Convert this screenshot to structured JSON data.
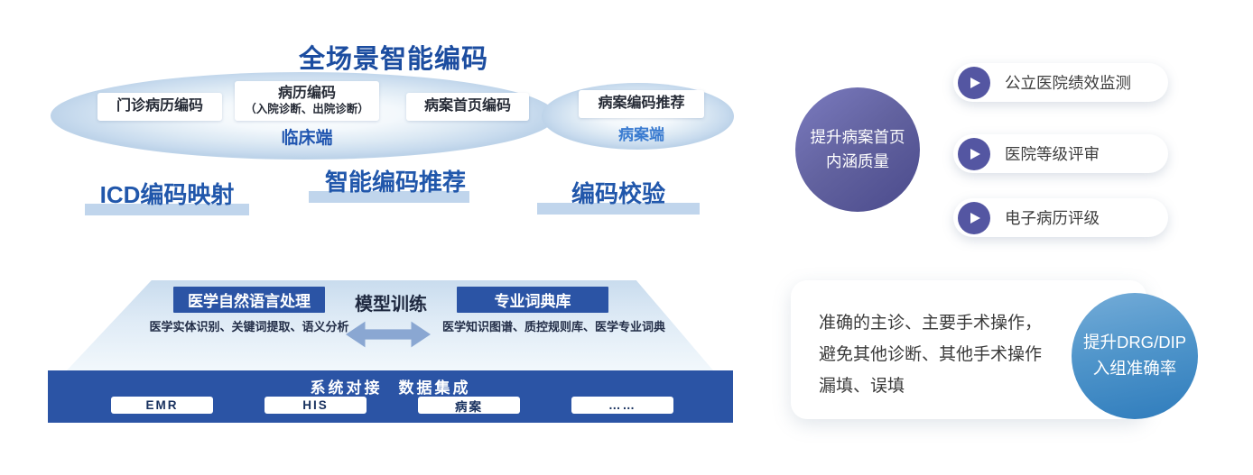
{
  "colors": {
    "title_blue": "#1c4da0",
    "feature_text_blue": "#2157ab",
    "highlight_bar_blue": "#c0d5ec",
    "primary_box_blue": "#2b54a5",
    "clinical_label_blue": "#2156b0",
    "record_label_blue": "#3a7bd0",
    "ellipse_edge_blue": "#bdd3e9",
    "arrow_blue": "#8aa7d2",
    "caption_navy": "#232e48",
    "purple_circle_gradient": [
      "#7b7bc0",
      "#4a4a8c"
    ],
    "play_icon_purple": "#5456a2",
    "drg_circle_gradient": [
      "#74acd8",
      "#2f7cbc"
    ],
    "body_text_gray": "#3a3a3a"
  },
  "icons": {
    "benefit_bullet": "play-icon (white triangle in purple circle)",
    "model_training_link": "double-arrow-icon (horizontal two-headed arrow)"
  },
  "coding_platform": {
    "title": "全场景智能编码",
    "scene_boxes": {
      "outpatient": "门诊病历编码",
      "record_line1": "病历编码",
      "record_line2": "（入院诊断、出院诊断）",
      "front_page": "病案首页编码",
      "recommend": "病案编码推荐"
    },
    "clinical_side_label": "临床端",
    "record_side_label": "病案端",
    "features": [
      "ICD编码映射",
      "智能编码推荐",
      "编码校验"
    ]
  },
  "tech_stack": {
    "nlp_box": "医学自然语言处理",
    "nlp_caption": "医学实体识别、关键词提取、语义分析",
    "model_training_label": "模型训练",
    "dict_box": "专业词典库",
    "dict_caption": "医学知识图谱、质控规则库、医学专业词典",
    "integration_bar": {
      "label_1": "系统对接",
      "label_2": "数据集成",
      "systems": [
        "EMR",
        "HIS",
        "病案",
        "……"
      ]
    }
  },
  "benefits_top": {
    "circle_line1": "提升病案首页",
    "circle_line2": "内涵质量",
    "items": [
      "公立医院绩效监测",
      "医院等级评审",
      "电子病历评级"
    ]
  },
  "benefits_bottom": {
    "card_lines": [
      "准确的主诊、主要手术操作，",
      "避免其他诊断、其他手术操作",
      "漏填、误填"
    ],
    "circle_line1": "提升DRG/DIP",
    "circle_line2": "入组准确率"
  }
}
